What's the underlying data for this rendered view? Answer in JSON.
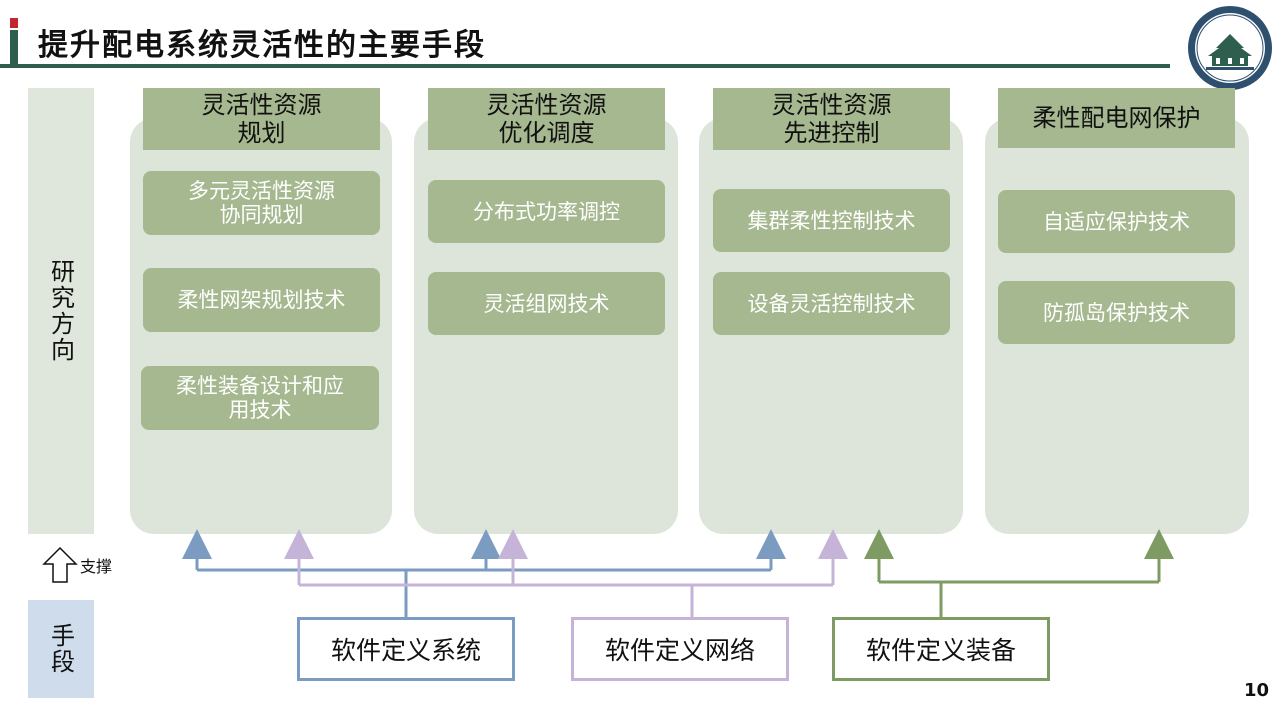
{
  "header": {
    "title": "提升配电系统灵活性的主要手段"
  },
  "labels": {
    "research": "研究方向",
    "means": "手段",
    "support": "支撑"
  },
  "columns": [
    {
      "title": "灵活性资源\n规划",
      "items": [
        "多元灵活性资源\n协同规划",
        "柔性网架规划技术",
        "柔性装备设计和应\n用技术"
      ]
    },
    {
      "title": "灵活性资源\n优化调度",
      "items": [
        "分布式功率调控",
        "灵活组网技术"
      ]
    },
    {
      "title": "灵活性资源\n先进控制",
      "items": [
        "集群柔性控制技术",
        "设备灵活控制技术"
      ]
    },
    {
      "title": "柔性配电网保护",
      "items": [
        "自适应保护技术",
        "防孤岛保护技术"
      ]
    }
  ],
  "means_boxes": [
    {
      "label": "软件定义系统",
      "color": "#7b9cc0"
    },
    {
      "label": "软件定义网络",
      "color": "#c5b3d8"
    },
    {
      "label": "软件定义装备",
      "color": "#7e9b63"
    }
  ],
  "colors": {
    "accent_green": "#2e5e4e",
    "accent_red": "#c0282d",
    "block": "#a6b88f",
    "panel": "#dde5da"
  },
  "page_number": "10"
}
